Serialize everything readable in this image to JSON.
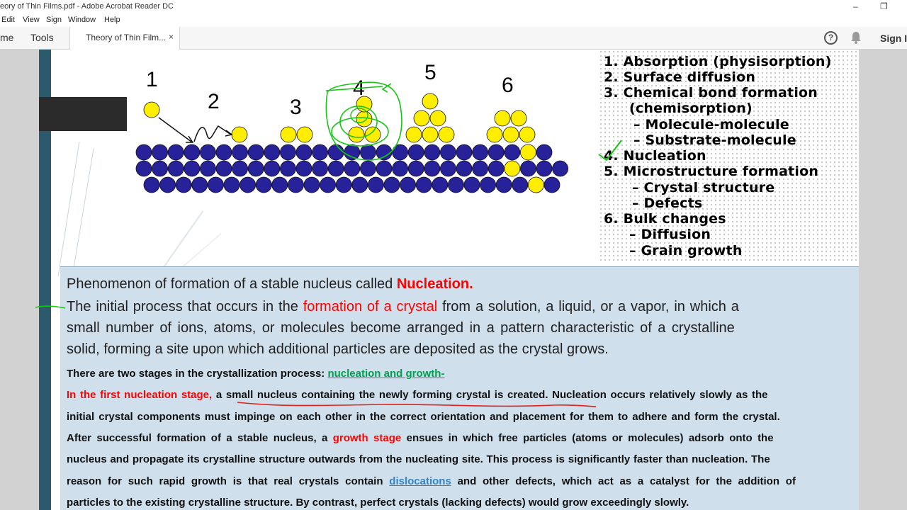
{
  "window": {
    "title": "eory of Thin Films.pdf - Adobe Acrobat Reader DC",
    "minimize": "–",
    "restore": "❐"
  },
  "menu": [
    "Edit",
    "View",
    "Sign",
    "Window",
    "Help"
  ],
  "tabs": {
    "home": "me",
    "tools": "Tools",
    "doc": "Theory of Thin Film...",
    "close": "×",
    "help": "?",
    "sign_in": "Sign I"
  },
  "diagram": {
    "labels": [
      "1",
      "2",
      "3",
      "4",
      "5",
      "6"
    ]
  },
  "steps": [
    "1.  Absorption (physisorption)",
    "2.  Surface diffusion",
    "3.  Chemical bond formation",
    "(chemisorption)",
    "– Molecule-molecule",
    "– Substrate-molecule",
    "4.  Nucleation",
    "5.  Microstructure formation",
    "– Crystal structure",
    "– Defects",
    "6.  Bulk changes",
    "– Diffusion",
    "– Grain growth"
  ],
  "text": {
    "l1_a": "Phenomenon of formation of a stable nucleus called ",
    "l1_b": "Nucleation.",
    "l2_a": "The initial process that occurs in the ",
    "l2_b": "formation of a crystal",
    "l2_c": " from a solution, a liquid, or a vapor, in which a",
    "l3": "small number of ions, atoms, or molecules become arranged in a pattern characteristic of a crystalline",
    "l4": "solid, forming a site upon which additional particles are deposited as the crystal grows.",
    "s1_a": "There are two stages in the crystallization process: ",
    "s1_b": "nucleation and growth-",
    "s2_a": "In the first nucleation stage,",
    "s2_b": " a small nucleus containing the newly forming crystal is created.",
    "s2_c": " Nucleation occurs relatively slowly as the",
    "s3": "initial crystal components must impinge on each other in the correct orientation and placement for them to adhere and form the crystal.",
    "s4_a": "After successful formation of a stable nucleus, a ",
    "s4_b": "growth stage",
    "s4_c": " ensues in which free particles (atoms or molecules) adsorb onto the",
    "s5": "nucleus and propagate its crystalline structure outwards from the nucleating site. This process is significantly faster than nucleation. The",
    "s6_a": "reason for such rapid growth is that real crystals contain ",
    "s6_b": "dislocations",
    "s6_c": " and other defects, which act as a catalyst for the addition of",
    "s7": "particles to the existing crystalline structure. By contrast, perfect crystals (lacking defects) would grow exceedingly slowly."
  },
  "colors": {
    "atom_substrate": "#27229a",
    "atom_adsorbed": "#ffee00",
    "ink_green": "#16c416",
    "ink_red": "#e0201c",
    "panel_bg": "#cfdfec"
  }
}
